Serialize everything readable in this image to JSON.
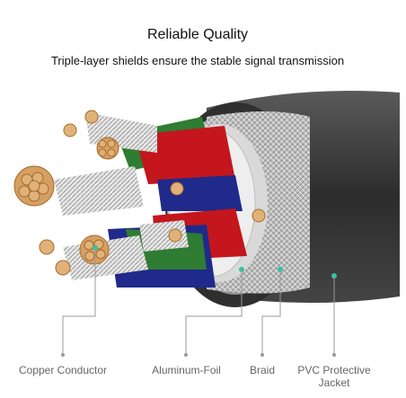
{
  "header": {
    "title": "Reliable Quality",
    "subtitle": "Triple-layer shields ensure the stable signal transmission"
  },
  "labels": {
    "copper": "Copper Conductor",
    "foil": "Aluminum-Foil",
    "braid": "Braid",
    "jacket_line1": "PVC Protective",
    "jacket_line2": "Jacket"
  },
  "colors": {
    "jacket": "#3a3a3a",
    "braid": "#c8c8c8",
    "red": "#c4161c",
    "green": "#2e7d32",
    "blue": "#1f2a8a",
    "copper": "#e0b27a",
    "marker": "#2ec4a0",
    "leader": "#9a9a9a"
  }
}
